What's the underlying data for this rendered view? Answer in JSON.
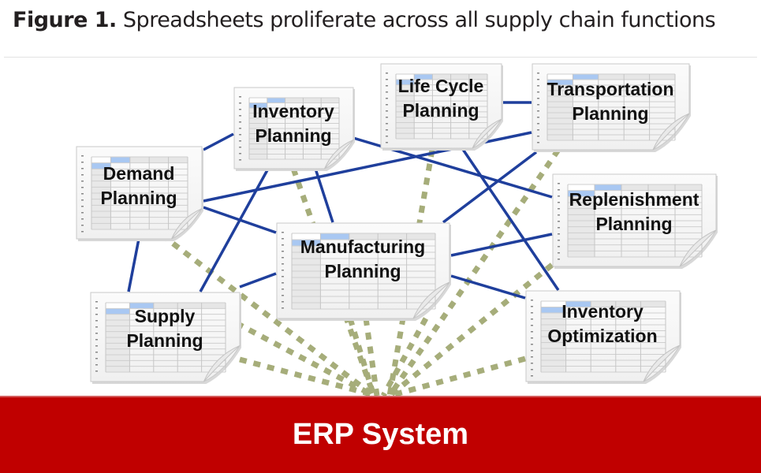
{
  "caption": {
    "figure_label": "Figure 1.",
    "text": " Spreadsheets proliferate across all supply chain functions"
  },
  "colors": {
    "link_solid": "#1f3f9c",
    "link_dashed": "#a6ad7a",
    "erp_background": "#c00000",
    "erp_text": "#ffffff"
  },
  "nodes": [
    {
      "id": "inventory-planning",
      "lines": [
        "Inventory",
        "Planning"
      ]
    },
    {
      "id": "life-cycle-planning",
      "lines": [
        "Life Cycle",
        "Planning"
      ]
    },
    {
      "id": "transportation-planning",
      "lines": [
        "Transportation",
        "Planning"
      ]
    },
    {
      "id": "demand-planning",
      "lines": [
        "Demand",
        "Planning"
      ]
    },
    {
      "id": "replenishment-planning",
      "lines": [
        "Replenishment",
        "Planning"
      ]
    },
    {
      "id": "manufacturing-planning",
      "lines": [
        "Manufacturing",
        "Planning"
      ]
    },
    {
      "id": "supply-planning",
      "lines": [
        "Supply",
        "Planning"
      ]
    },
    {
      "id": "inventory-optimization",
      "lines": [
        "Inventory",
        "Optimization"
      ]
    }
  ],
  "solid_links": [
    [
      "demand-planning",
      "inventory-planning"
    ],
    [
      "demand-planning",
      "transportation-planning"
    ],
    [
      "demand-planning",
      "manufacturing-planning"
    ],
    [
      "demand-planning",
      "supply-planning"
    ],
    [
      "inventory-planning",
      "supply-planning"
    ],
    [
      "inventory-planning",
      "manufacturing-planning"
    ],
    [
      "inventory-planning",
      "replenishment-planning"
    ],
    [
      "life-cycle-planning",
      "transportation-planning"
    ],
    [
      "life-cycle-planning",
      "inventory-optimization"
    ],
    [
      "transportation-planning",
      "manufacturing-planning"
    ],
    [
      "manufacturing-planning",
      "replenishment-planning"
    ],
    [
      "manufacturing-planning",
      "inventory-optimization"
    ],
    [
      "manufacturing-planning",
      "supply-planning"
    ]
  ],
  "dashed_links_to_erp": [
    "demand-planning",
    "inventory-planning",
    "life-cycle-planning",
    "transportation-planning",
    "replenishment-planning",
    "manufacturing-planning",
    "supply-planning",
    "inventory-optimization"
  ],
  "erp": {
    "label": "ERP System"
  }
}
